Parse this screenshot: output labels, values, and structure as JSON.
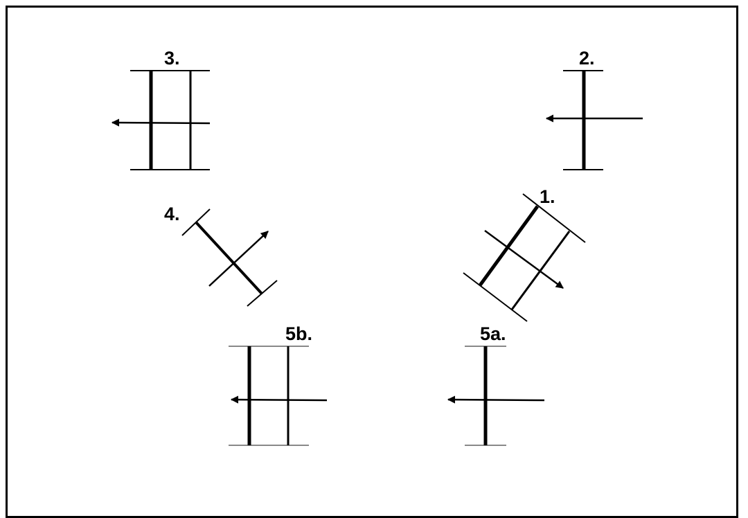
{
  "figures": [
    {
      "id": "f3",
      "label": "3."
    },
    {
      "id": "f2",
      "label": "2."
    },
    {
      "id": "f4",
      "label": "4."
    },
    {
      "id": "f1",
      "label": "1."
    },
    {
      "id": "f5b",
      "label": "5b."
    },
    {
      "id": "f5a",
      "label": "5a."
    }
  ],
  "colors": {
    "frame": "#000000",
    "stroke": "#000000",
    "grey_stroke": "#888888",
    "background": "#ffffff"
  }
}
